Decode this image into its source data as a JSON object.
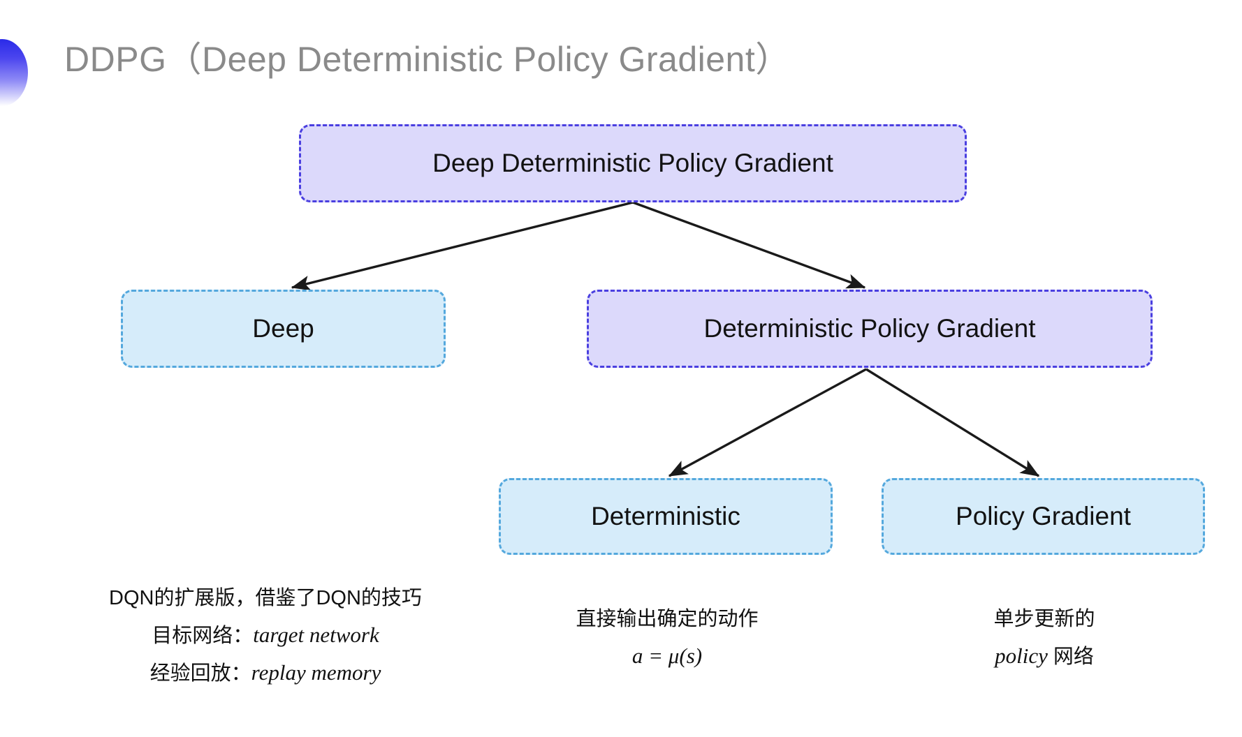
{
  "slide": {
    "title": "DDPG（Deep Deterministic Policy Gradient）",
    "background_color": "#ffffff",
    "bullet_icon": "blue-gradient-half-circle"
  },
  "colors": {
    "title_text": "#8a8a8a",
    "purple_fill": "#dcd9fb",
    "purple_border": "#4a3fe0",
    "blue_fill": "#d6ecfa",
    "blue_border": "#54a8dd",
    "arrow": "#1a1a1a",
    "body_text": "#111111"
  },
  "nodes": {
    "root": {
      "label": "Deep Deterministic Policy Gradient",
      "style": "purple"
    },
    "deep": {
      "label": "Deep",
      "style": "blue"
    },
    "dpg": {
      "label": "Deterministic Policy Gradient",
      "style": "purple"
    },
    "deterministic": {
      "label": "Deterministic",
      "style": "blue"
    },
    "policy_gradient": {
      "label": "Policy Gradient",
      "style": "blue"
    }
  },
  "captions": {
    "deep": {
      "line1": "DQN的扩展版，借鉴了DQN的技巧",
      "line2_label": "目标网络：",
      "line2_term": "target network",
      "line3_label": "经验回放：",
      "line3_term": "replay memory"
    },
    "deterministic": {
      "line1": "直接输出确定的动作",
      "formula": "a = μ(s)"
    },
    "policy_gradient": {
      "line1": "单步更新的",
      "line2_term": "policy",
      "line2_suffix": " 网络"
    }
  },
  "edges": [
    {
      "from": "root",
      "to": "deep"
    },
    {
      "from": "root",
      "to": "dpg"
    },
    {
      "from": "dpg",
      "to": "deterministic"
    },
    {
      "from": "dpg",
      "to": "policy_gradient"
    }
  ]
}
